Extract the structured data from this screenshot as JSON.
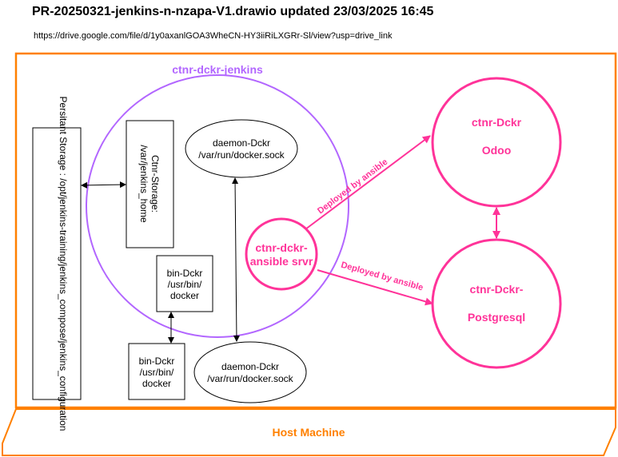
{
  "header": {
    "title": "PR-20250321-jenkins-n-nzapa-V1.drawio updated 23/03/2025 16:45",
    "link": "https://drive.google.com/file/d/1y0axanlGOA3WheCN-HY3iiRiLXGRr-Sl/view?usp=drive_link"
  },
  "colors": {
    "orange": "#FF8000",
    "purple": "#B266FF",
    "pink": "#FF3399",
    "black": "#000000"
  },
  "diagram": {
    "host_label": "Host Machine",
    "jenkins_label": "ctnr-dckr-jenkins",
    "persistent_storage": "Persitant Storage : /opt/jenkins-training/jenkins_compose/jenkins_configuration",
    "ctnr_storage": [
      "Ctnr-Storage:",
      "/var/jenkins_home"
    ],
    "daemon_inner": [
      "daemon-Dckr",
      "/var/run/docker.sock"
    ],
    "daemon_outer": [
      "daemon-Dckr",
      "/var/run/docker.sock"
    ],
    "bin_inner": [
      "bin-Dckr",
      "/usr/bin/",
      "docker"
    ],
    "bin_outer": [
      "bin-Dckr",
      "/usr/bin/",
      "docker"
    ],
    "ansible": [
      "ctnr-dckr-",
      "ansible srvr"
    ],
    "odoo": [
      "ctnr-Dckr",
      "Odoo"
    ],
    "postgres": [
      "ctnr-Dckr-",
      "Postgresql"
    ],
    "edge_label_1": "Deployed by ansible",
    "edge_label_2": "Deployed by ansible"
  }
}
